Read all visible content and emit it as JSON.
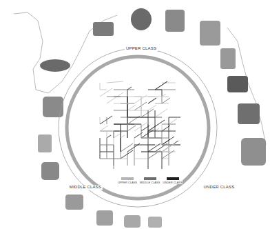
{
  "diagram": {
    "labels": [
      "UPPER CLASS",
      "MIDDLE CLASS",
      "UNDER CLASS"
    ],
    "legend": [
      {
        "text": "UPPER CLASS",
        "color": "#b5b5b5"
      },
      {
        "text": "MIDDLE CLASS",
        "color": "#6e6e6e"
      },
      {
        "text": "UNDER CLASS",
        "color": "#1e1e1e"
      }
    ]
  }
}
